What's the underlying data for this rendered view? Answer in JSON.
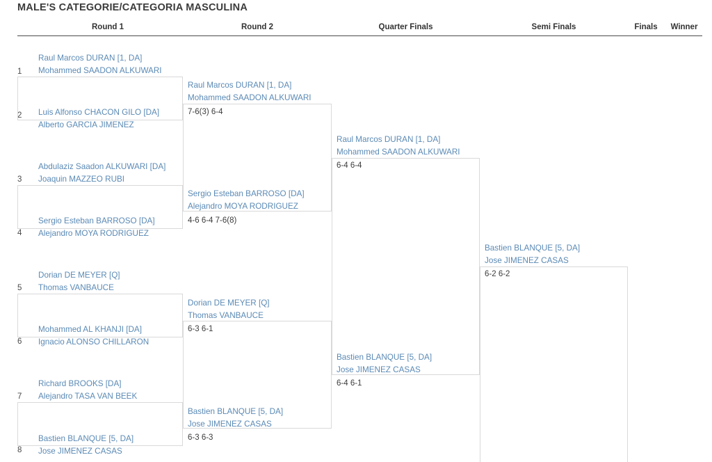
{
  "title": "MALE'S CATEGORIE/CATEGORIA MASCULINA",
  "columns": [
    {
      "label": "Round 1"
    },
    {
      "label": "Round 2"
    },
    {
      "label": "Quarter Finals"
    },
    {
      "label": "Semi Finals"
    },
    {
      "label": "Finals"
    },
    {
      "label": "Winner"
    }
  ],
  "round1": [
    {
      "seed": "1",
      "p1": "Raul Marcos DURAN [1, DA]",
      "p2": "Mohammed SAADON ALKUWARI"
    },
    {
      "seed": "2",
      "p1": "Luis Alfonso CHACON GILO [DA]",
      "p2": "Alberto GARCIA JIMENEZ"
    },
    {
      "seed": "3",
      "p1": "Abdulaziz Saadon ALKUWARI [DA]",
      "p2": "Joaquin MAZZEO RUBI"
    },
    {
      "seed": "4",
      "p1": "Sergio Esteban BARROSO [DA]",
      "p2": "Alejandro MOYA RODRIGUEZ"
    },
    {
      "seed": "5",
      "p1": "Dorian DE MEYER [Q]",
      "p2": "Thomas VANBAUCE"
    },
    {
      "seed": "6",
      "p1": "Mohammed AL KHANJI [DA]",
      "p2": "Ignacio ALONSO CHILLARON"
    },
    {
      "seed": "7",
      "p1": "Richard BROOKS [DA]",
      "p2": "Alejandro TASA VAN BEEK"
    },
    {
      "seed": "8",
      "p1": "Bastien BLANQUE [5, DA]",
      "p2": "Jose JIMENEZ CASAS"
    }
  ],
  "round2": [
    {
      "p1": "Raul Marcos DURAN [1, DA]",
      "p2": "Mohammed SAADON ALKUWARI",
      "score": "7-6(3)  6-4"
    },
    {
      "p1": "Sergio Esteban BARROSO [DA]",
      "p2": "Alejandro MOYA RODRIGUEZ",
      "score": "4-6  6-4  7-6(8)"
    },
    {
      "p1": "Dorian DE MEYER [Q]",
      "p2": "Thomas VANBAUCE",
      "score": "6-3  6-1"
    },
    {
      "p1": "Bastien BLANQUE [5, DA]",
      "p2": "Jose JIMENEZ CASAS",
      "score": "6-3  6-3"
    }
  ],
  "quarter_finals": [
    {
      "p1": "Raul Marcos DURAN [1, DA]",
      "p2": "Mohammed SAADON ALKUWARI",
      "score": "6-4  6-4"
    },
    {
      "p1": "Bastien BLANQUE [5, DA]",
      "p2": "Jose JIMENEZ CASAS",
      "score": "6-4  6-1"
    }
  ],
  "semi_finals": [
    {
      "p1": "Bastien BLANQUE [5, DA]",
      "p2": "Jose JIMENEZ CASAS",
      "score": "6-2  6-2"
    }
  ],
  "finals": [],
  "winner": [],
  "colors": {
    "player_name": "#5b8ab5",
    "score_text": "#3c3c3c",
    "bracket_line": "#d9d9d9",
    "header_rule": "#4a4a4a",
    "title_text": "#3b3b3b"
  }
}
